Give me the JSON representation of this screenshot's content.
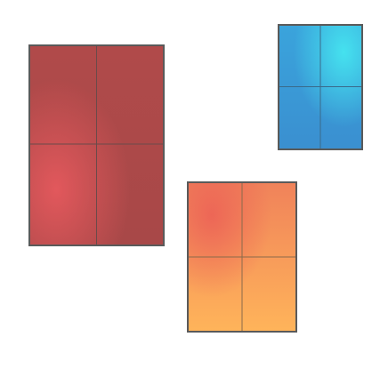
{
  "panels": [
    {
      "id": "red",
      "colors": {
        "base_top": "#b04a4a",
        "base_bottom": "#a84848",
        "glow": "#e05a5e",
        "grid": "#6b4a4a",
        "border": "#5a5a5a"
      }
    },
    {
      "id": "blue",
      "colors": {
        "base_top": "#3aa0d8",
        "base_bottom": "#3a8fd0",
        "glow": "#45e0ee",
        "grid": "#3a6a8a",
        "border": "#5a5a5a"
      }
    },
    {
      "id": "orange",
      "colors": {
        "base_top": "#f07a55",
        "base_bottom": "#ffb25a",
        "glow": "#ee6655",
        "grid": "#8a6a4a",
        "border": "#5a5a5a"
      }
    }
  ]
}
